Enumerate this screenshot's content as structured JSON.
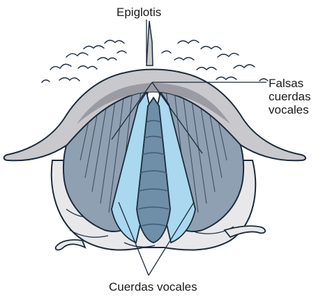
{
  "labels": {
    "epiglottis": "Epiglotis",
    "false_vocal_cords": [
      "Falsas",
      "cuerdas",
      "vocales"
    ],
    "vocal_cords": "Cuerdas vocales"
  },
  "colors": {
    "outline": "#1c2b3a",
    "epiglottis_fill": "#c9c9cd",
    "epiglottis_shade": "#9b9ba3",
    "fold_fill": "#8fa0b2",
    "fold_light": "#b5c2cf",
    "vocal_cord_fill": "#a9d8ef",
    "trachea_fill": "#6f8ea8",
    "trachea_stripe": "#3e5a74",
    "mucosa_fill": "#e8e8ea"
  }
}
